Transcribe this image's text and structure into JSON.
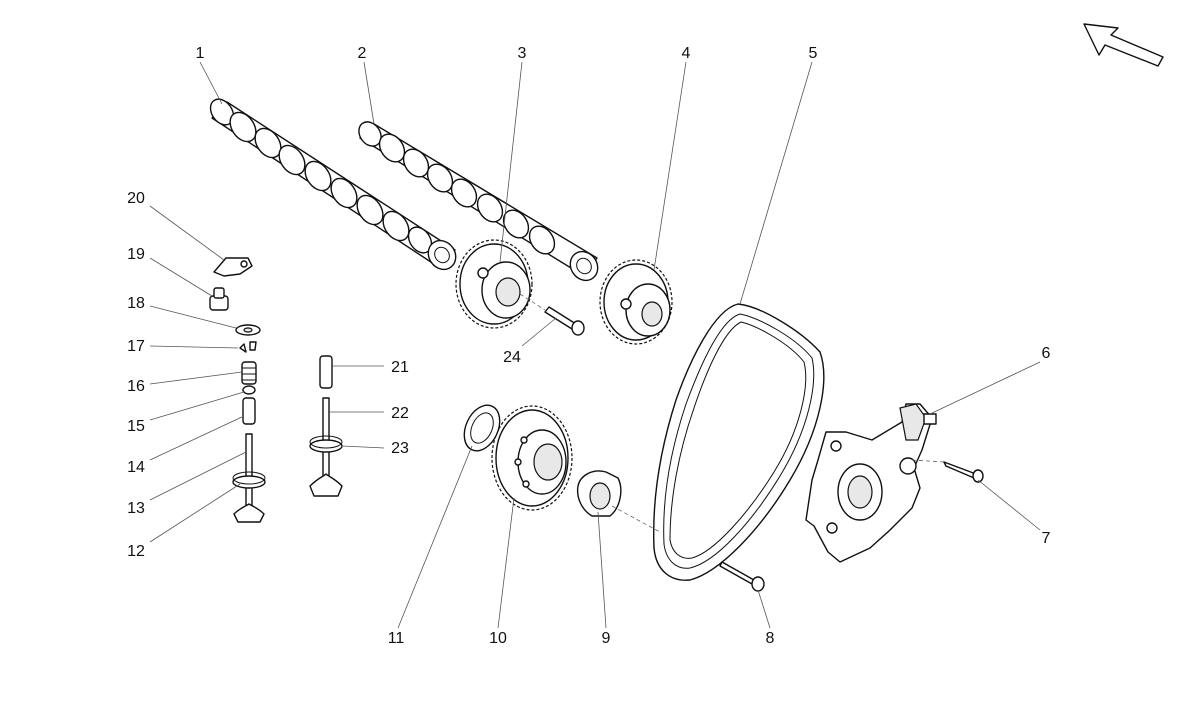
{
  "diagram": {
    "direction_arrow": "arrow-icon",
    "callouts": [
      {
        "id": "1",
        "label": "1"
      },
      {
        "id": "2",
        "label": "2"
      },
      {
        "id": "3",
        "label": "3"
      },
      {
        "id": "4",
        "label": "4"
      },
      {
        "id": "5",
        "label": "5"
      },
      {
        "id": "6",
        "label": "6"
      },
      {
        "id": "7",
        "label": "7"
      },
      {
        "id": "8",
        "label": "8"
      },
      {
        "id": "9",
        "label": "9"
      },
      {
        "id": "10",
        "label": "10"
      },
      {
        "id": "11",
        "label": "11"
      },
      {
        "id": "12",
        "label": "12"
      },
      {
        "id": "13",
        "label": "13"
      },
      {
        "id": "14",
        "label": "14"
      },
      {
        "id": "15",
        "label": "15"
      },
      {
        "id": "16",
        "label": "16"
      },
      {
        "id": "17",
        "label": "17"
      },
      {
        "id": "18",
        "label": "18"
      },
      {
        "id": "19",
        "label": "19"
      },
      {
        "id": "20",
        "label": "20"
      },
      {
        "id": "21",
        "label": "21"
      },
      {
        "id": "22",
        "label": "22"
      },
      {
        "id": "23",
        "label": "23"
      },
      {
        "id": "24",
        "label": "24"
      }
    ]
  }
}
